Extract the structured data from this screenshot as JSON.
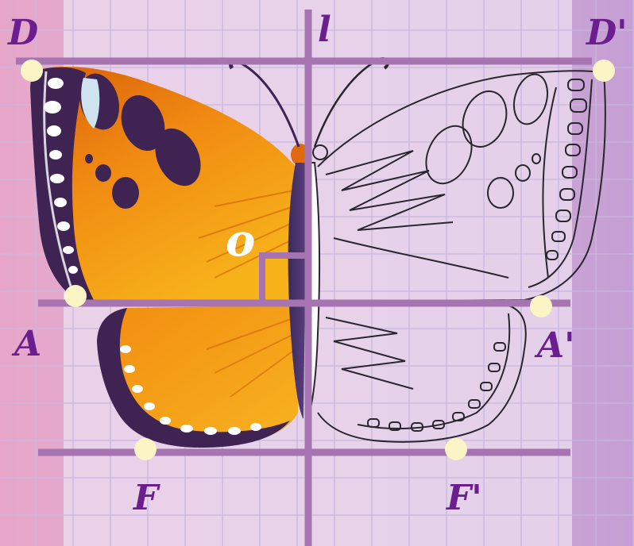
{
  "labels": {
    "axis": "l",
    "center": "o",
    "D": "D",
    "D_prime": "D'",
    "A": "A",
    "A_prime": "A'",
    "F": "F",
    "F_prime": "F'"
  },
  "colors": {
    "background_left": "#e7a6c9",
    "background_right": "#c59ed3",
    "panel": "#ead9ee",
    "grid": "#c8b8de",
    "guide_line": "#a674b1",
    "point": "#fbf4c4",
    "label": "#6b1f8f",
    "wing_orange": "#f08a12",
    "wing_yellow": "#f7b21a",
    "wing_dark": "#3f2352",
    "outline": "#2a2630"
  },
  "icons": [
    "butterfly-illustration"
  ]
}
